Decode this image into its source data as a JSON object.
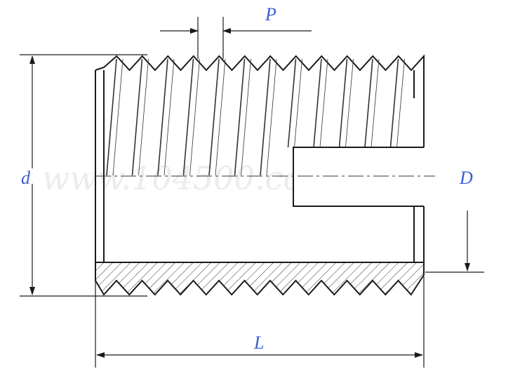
{
  "labels": {
    "pitch": "P",
    "outer_diameter": "d",
    "inner_diameter": "D",
    "length": "L"
  },
  "watermark": "www.104500.com",
  "colors": {
    "line": "#1a1a1a",
    "thin": "#333333",
    "label": "#3b5bd6",
    "watermark": "#ececec"
  }
}
